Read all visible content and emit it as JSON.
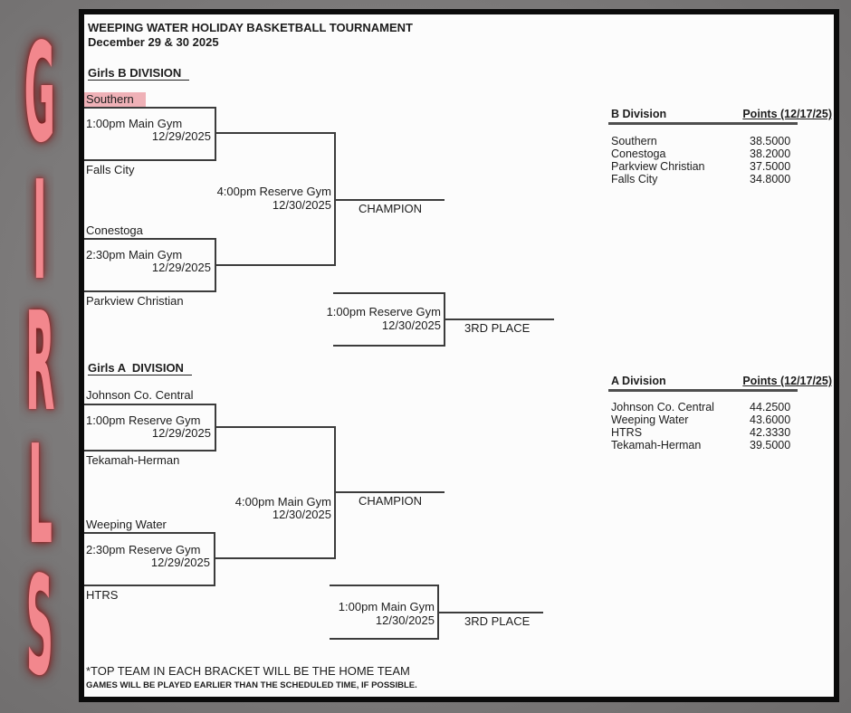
{
  "sidebar": {
    "letters": [
      "G",
      "I",
      "R",
      "L",
      "S"
    ],
    "letter_color": "#f2878d"
  },
  "doc": {
    "title": "WEEPING WATER HOLIDAY BASKETBALL TOURNAMENT",
    "date_line": "December 29 & 30 2025",
    "footnote_1": "*TOP TEAM IN EACH BRACKET WILL BE THE HOME TEAM",
    "footnote_2": "GAMES WILL BE PLAYED EARLIER THAN THE SCHEDULED TIME, IF POSSIBLE.",
    "highlight_color": "#efb1b7"
  },
  "divisions": [
    {
      "heading": "Girls B DIVISION ",
      "bracket": {
        "game1": {
          "team_top": "Southern",
          "time": "1:00pm Main Gym",
          "date": "12/29/2025",
          "team_bottom": "Falls City"
        },
        "game2": {
          "team_top": "Conestoga",
          "time": "2:30pm Main Gym",
          "date": "12/29/2025",
          "team_bottom": "Parkview Christian"
        },
        "final": {
          "time": "4:00pm Reserve Gym",
          "date": "12/30/2025",
          "label": "CHAMPION"
        },
        "third_place": {
          "time": "1:00pm Reserve Gym",
          "date": "12/30/2025",
          "label": "3RD PLACE"
        }
      },
      "standings": {
        "col_team": "B Division",
        "col_points": "Points (12/17/25)",
        "rows": [
          {
            "team": "Southern",
            "points": "38.5000"
          },
          {
            "team": "Conestoga",
            "points": "38.2000"
          },
          {
            "team": "Parkview Christian",
            "points": "37.5000"
          },
          {
            "team": "Falls City",
            "points": "34.8000"
          }
        ]
      }
    },
    {
      "heading": "Girls A  DIVISION ",
      "bracket": {
        "game1": {
          "team_top": "Johnson Co. Central",
          "time": "1:00pm Reserve Gym",
          "date": "12/29/2025",
          "team_bottom": "Tekamah-Herman"
        },
        "game2": {
          "team_top": "Weeping Water",
          "time": "2:30pm Reserve Gym",
          "date": "12/29/2025",
          "team_bottom": "HTRS"
        },
        "final": {
          "time": "4:00pm Main Gym",
          "date": "12/30/2025",
          "label": "CHAMPION"
        },
        "third_place": {
          "time": "1:00pm Main Gym",
          "date": "12/30/2025",
          "label": "3RD PLACE"
        }
      },
      "standings": {
        "col_team": "A Division",
        "col_points": "Points (12/17/25)",
        "rows": [
          {
            "team": "Johnson Co. Central",
            "points": "44.2500"
          },
          {
            "team": "Weeping Water",
            "points": "43.6000"
          },
          {
            "team": "HTRS",
            "points": "42.3330"
          },
          {
            "team": "Tekamah-Herman",
            "points": "39.5000"
          }
        ]
      }
    }
  ]
}
